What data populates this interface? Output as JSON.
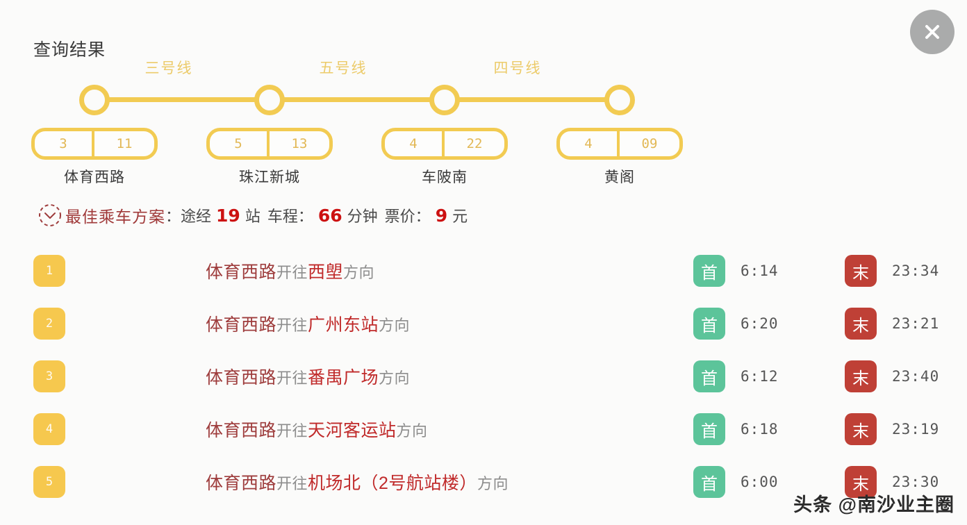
{
  "header": {
    "title": "查询结果",
    "close_icon": "close-icon"
  },
  "route_diagram": {
    "lines": [
      {
        "label": "三号线"
      },
      {
        "label": "五号线"
      },
      {
        "label": "四号线"
      }
    ],
    "stations": [
      {
        "name": "体育西路",
        "line_no": "3",
        "platform": "11"
      },
      {
        "name": "珠江新城",
        "line_no": "5",
        "platform": "13"
      },
      {
        "name": "车陂南",
        "line_no": "4",
        "platform": "22"
      },
      {
        "name": "黄阁",
        "line_no": "4",
        "platform": "09"
      }
    ]
  },
  "summary": {
    "clock_icon": "clock-icon",
    "title": "最佳乘车方案",
    "colon": "：",
    "stops_label": "途经",
    "stops_value": "19",
    "stops_unit": "站",
    "duration_label": "车程：",
    "duration_value": "66",
    "duration_unit": "分钟",
    "fare_label": "票价：",
    "fare_value": "9",
    "fare_unit": "元"
  },
  "list": {
    "first_badge": "首",
    "last_badge": "末",
    "rows": [
      {
        "index": "1",
        "origin": "体育西路",
        "connector": "开往",
        "destination": "西塱",
        "suffix": "方向",
        "first_time": "6:14",
        "last_time": "23:34"
      },
      {
        "index": "2",
        "origin": "体育西路",
        "connector": "开往",
        "destination": "广州东站",
        "suffix": "方向",
        "first_time": "6:20",
        "last_time": "23:21"
      },
      {
        "index": "3",
        "origin": "体育西路",
        "connector": "开往",
        "destination": "番禺广场",
        "suffix": "方向",
        "first_time": "6:12",
        "last_time": "23:40"
      },
      {
        "index": "4",
        "origin": "体育西路",
        "connector": "开往",
        "destination": "天河客运站",
        "suffix": "方向",
        "first_time": "6:18",
        "last_time": "23:19"
      },
      {
        "index": "5",
        "origin": "体育西路",
        "connector": "开往",
        "destination": "机场北（2号航站楼）",
        "suffix": "方向",
        "first_time": "6:00",
        "last_time": "23:30"
      }
    ]
  },
  "watermark": {
    "text": "头条 @南沙业主圈"
  },
  "colors": {
    "background": "#fbfbfa",
    "rail_yellow": "#f2cb52",
    "badge_yellow": "#f6c84e",
    "first_green": "#5cc49a",
    "last_red": "#bf4036",
    "accent_red": "#c02a2a",
    "close_gray": "#aaabab"
  }
}
